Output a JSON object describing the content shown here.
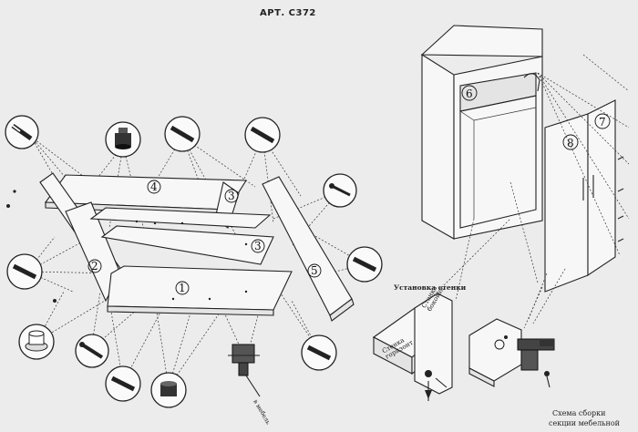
{
  "title": "АРТ. С372",
  "part_numbers": {
    "p1": "1",
    "p2": "2",
    "p3a": "3",
    "p3b": "3",
    "p4": "4",
    "p5": "5",
    "p6": "6",
    "p7": "7",
    "p8": "8"
  },
  "captions": {
    "wall_mount_title": "Установка стенки",
    "wall_label": "Стенка боковая",
    "top_label": "Стенка горизонт",
    "hinge_scheme_line1": "Схема сборки",
    "hinge_scheme_line2": "секции мебельной",
    "bottom_rotated": "в мебель"
  },
  "icons": [
    "dowel-icon",
    "cam-lock-icon",
    "screw-icon",
    "leg-foot-icon",
    "confirmat-icon",
    "hinge-icon"
  ]
}
